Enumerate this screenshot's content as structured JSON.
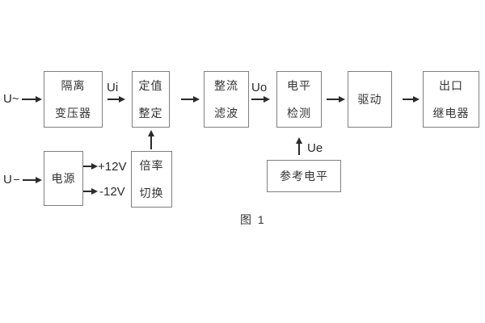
{
  "diagram": {
    "caption": "图 1",
    "colors": {
      "box_border": "#7f7f7f",
      "text": "#333333",
      "arrow": "#2a2a2a",
      "background": "#ffffff"
    },
    "boxes": [
      {
        "id": "isolation-transformer",
        "lines": [
          "隔离",
          "变压器"
        ]
      },
      {
        "id": "setting-adjust",
        "lines": [
          "定值",
          "整定"
        ]
      },
      {
        "id": "rectifier-filter",
        "lines": [
          "整流",
          "滤波"
        ]
      },
      {
        "id": "level-detect",
        "lines": [
          "电平",
          "检测"
        ]
      },
      {
        "id": "driver",
        "lines": [
          "驱动"
        ]
      },
      {
        "id": "output-relay",
        "lines": [
          "出口",
          "继电器"
        ]
      },
      {
        "id": "power-supply",
        "lines": [
          "电源"
        ]
      },
      {
        "id": "ratio-switch",
        "lines": [
          "倍率",
          "切换"
        ]
      },
      {
        "id": "reference-level",
        "lines": [
          "参考电平"
        ]
      }
    ],
    "labels": {
      "input_ac": "U~",
      "input_dc": "U",
      "ui": "Ui",
      "uo": "Uo",
      "ue": "Ue",
      "plus12v": "+12V",
      "minus12v": "-12V"
    }
  }
}
